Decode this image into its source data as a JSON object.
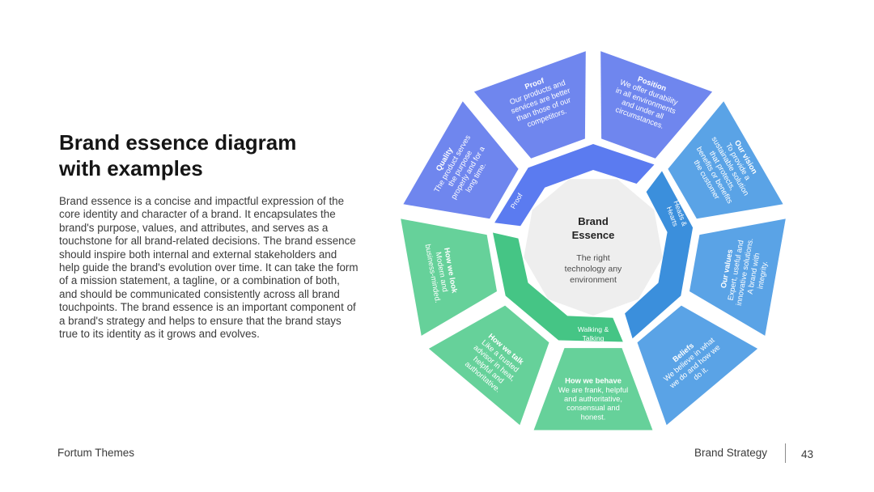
{
  "title": "Brand essence diagram\nwith examples",
  "body": "Brand essence is a concise and impactful expression of the core identity and character of a brand. It encapsulates the brand's purpose, values, and attributes, and serves as a touchstone for all brand-related decisions. The brand essence should inspire both internal and external stakeholders and help guide the brand's evolution over time. It can take the form of a mission statement, a tagline, or a combination of both, and should be communicated consistently across all brand touchpoints. The brand essence is an important component of a brand's strategy and helps to ensure that the brand stays true to its identity as it grows and evolves.",
  "diagram": {
    "center": {
      "title_lines": [
        "Brand",
        "Essence"
      ],
      "sub_lines": [
        "The right",
        "technology any",
        "environment"
      ]
    },
    "inner_ring": [
      {
        "label_lines": [
          "Proof"
        ],
        "color": "#5b7bf0"
      },
      {
        "label_lines": [
          "Heads &",
          "Hearts"
        ],
        "color": "#3b8fdc"
      },
      {
        "label_lines": [
          "Walking &",
          "Talking"
        ],
        "color": "#45c585"
      }
    ],
    "outer_segments": [
      {
        "title": "Position",
        "lines": [
          "We offer durability",
          "in all environments",
          "and under all",
          "circumstances."
        ],
        "color": "#6f86ee"
      },
      {
        "title": "Our vision",
        "lines": [
          "To provide a",
          "sustainable solution",
          "that protects,",
          "benefits or benefits",
          "the customer"
        ],
        "color": "#5aa3e6"
      },
      {
        "title": "Our values",
        "lines": [
          "Expert, useful and",
          "innovative solutions.",
          "A brand with",
          "integrity."
        ],
        "color": "#5aa3e6"
      },
      {
        "title": "Beliefs",
        "lines": [
          "We believe in what",
          "we do and how we",
          "do it."
        ],
        "color": "#5aa3e6"
      },
      {
        "title": "How we behave",
        "lines": [
          "We are frank, helpful",
          "and authoritative,",
          "consensual and",
          "honest."
        ],
        "color": "#66d19a"
      },
      {
        "title": "How we talk",
        "lines": [
          "Like a trusted",
          "advisor in heat,",
          "helpful and",
          "authoritative."
        ],
        "color": "#66d19a"
      },
      {
        "title": "How we look",
        "lines": [
          "Modern and",
          "business-minded."
        ],
        "color": "#66d19a"
      },
      {
        "title": "Quality",
        "lines": [
          "The product serves",
          "the purpose",
          "properly and for a",
          "long time."
        ],
        "color": "#6f86ee"
      },
      {
        "title": "Proof",
        "lines": [
          "Our products and",
          "services are better",
          "than those of our",
          "competitors."
        ],
        "color": "#6f86ee"
      }
    ]
  },
  "footer": {
    "left": "Fortum Themes",
    "right": "Brand Strategy",
    "page": "43"
  }
}
